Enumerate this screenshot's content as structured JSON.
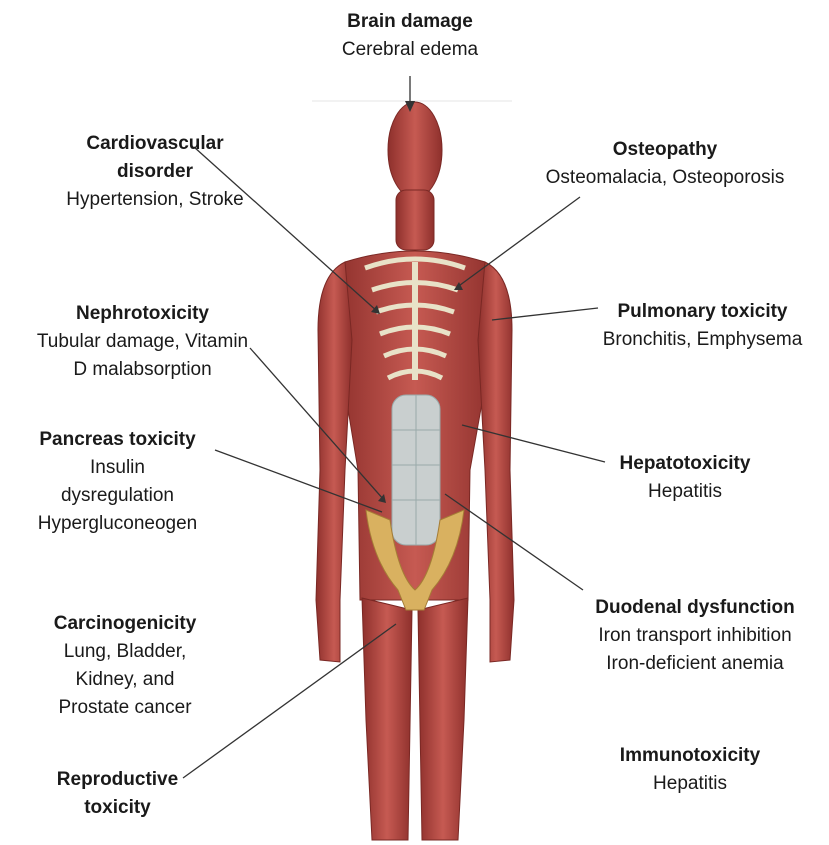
{
  "labels": {
    "brain": {
      "title": "Brain damage",
      "detail": "Cerebral edema"
    },
    "cardio": {
      "title": "Cardiovascular\ndisorder",
      "detail": "Hypertension, Stroke"
    },
    "osteo": {
      "title": "Osteopathy",
      "detail": "Osteomalacia, Osteoporosis"
    },
    "nephro": {
      "title": "Nephrotoxicity",
      "detail": "Tubular damage, Vitamin\nD malabsorption"
    },
    "pulmonary": {
      "title": "Pulmonary toxicity",
      "detail": "Bronchitis, Emphysema"
    },
    "pancreas": {
      "title": "Pancreas toxicity",
      "detail": "Insulin\ndysregulation\nHypergluconeogen"
    },
    "hepato": {
      "title": "Hepatotoxicity",
      "detail": "Hepatitis"
    },
    "carcino": {
      "title": "Carcinogenicity",
      "detail": "Lung, Bladder,\nKidney, and\nProstate cancer"
    },
    "duodenal": {
      "title": "Duodenal dysfunction",
      "detail": "Iron transport inhibition\nIron-deficient anemia"
    },
    "immuno": {
      "title": "Immunotoxicity",
      "detail": "Hepatitis"
    },
    "reproductive": {
      "title": "Reproductive\ntoxicity",
      "detail": ""
    }
  },
  "colors": {
    "muscle": "#b84a44",
    "muscle_dark": "#8e302c",
    "ribs": "#e8e2c8",
    "abdomen": "#c9cfcf",
    "pelvis": "#d9b160",
    "line": "#333333"
  }
}
